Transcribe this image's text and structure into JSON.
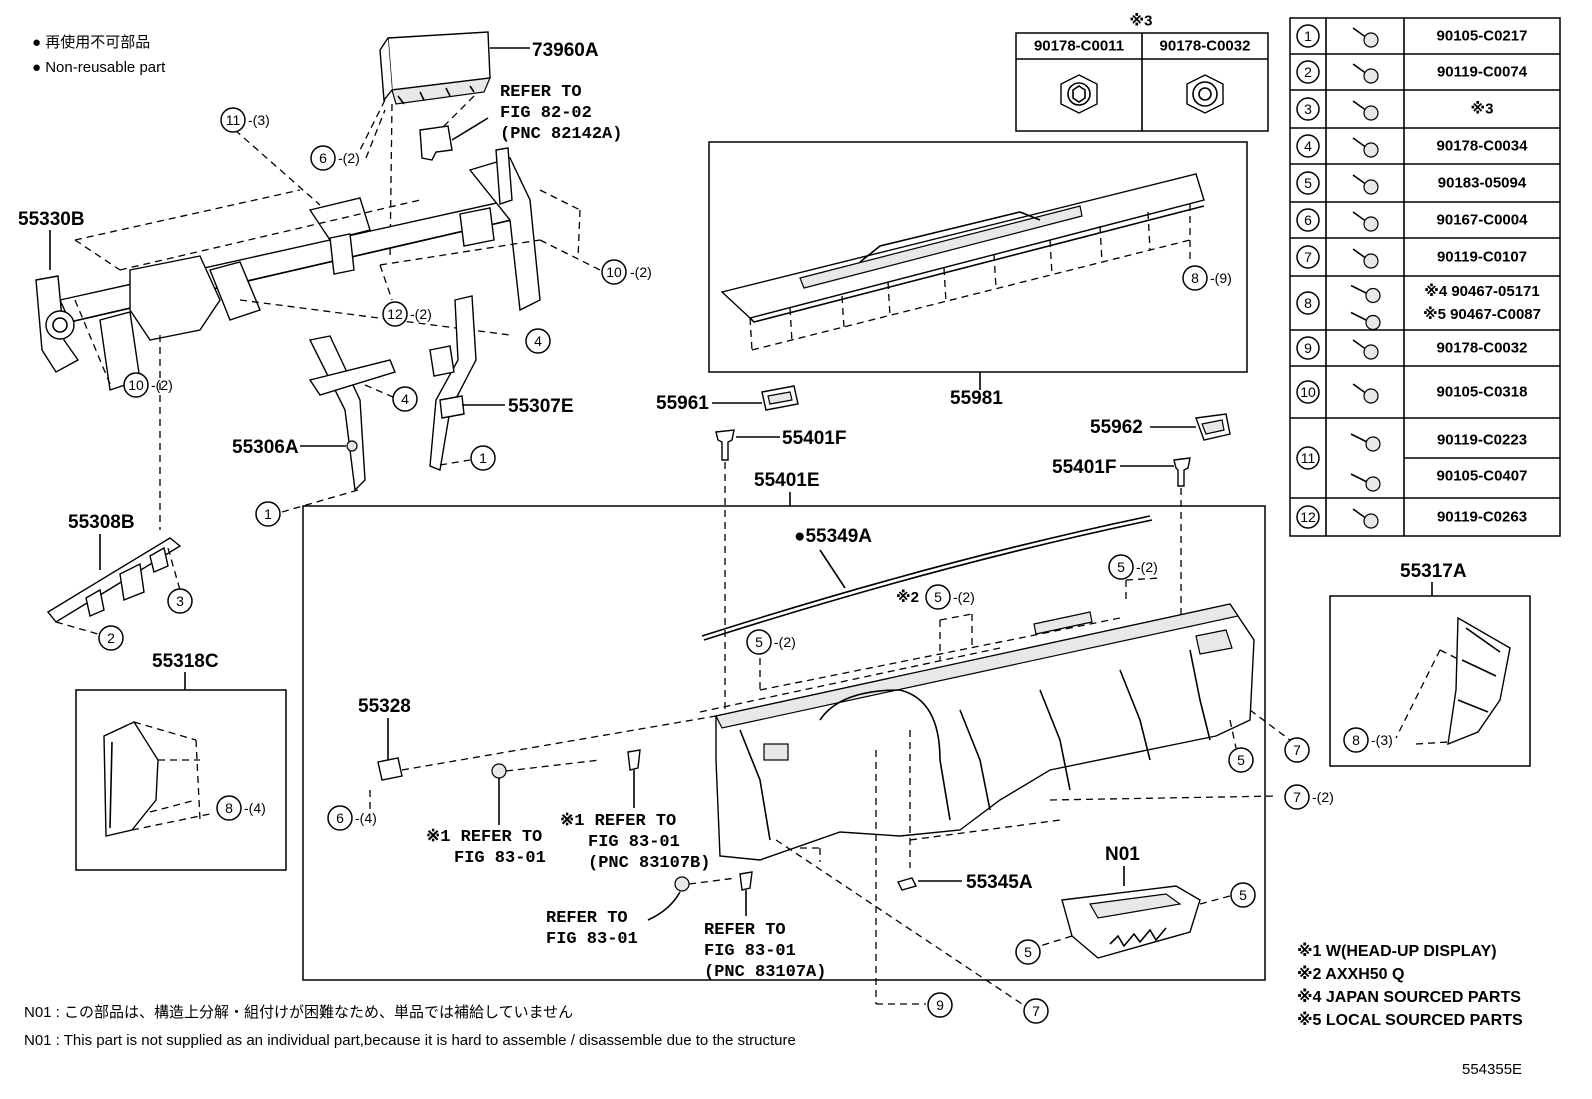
{
  "legend": {
    "line1": "● 再使用不可部品",
    "line2": "● Non-reusable part"
  },
  "callouts": {
    "c73960A": "73960A",
    "refer_82_1": "REFER TO",
    "refer_82_2": "FIG 82-02",
    "refer_82_3": "(PNC 82142A)",
    "c55330B": "55330B",
    "c55306A": "55306A",
    "c55307E": "55307E",
    "c55308B": "55308B",
    "c55318C": "55318C",
    "c55961": "55961",
    "c55401F_a": "55401F",
    "c55981": "55981",
    "c55962": "55962",
    "c55401F_b": "55401F",
    "c55401E": "55401E",
    "c55349A": "●55349A",
    "c55328": "55328",
    "c55345A": "55345A",
    "cN01": "N01",
    "c55317A": "55317A",
    "ref831_l1": "※1 REFER TO",
    "ref831_l2": "FIG 83-01",
    "ref831b_l1": "※1 REFER TO",
    "ref831b_l2": "FIG 83-01",
    "ref831b_l3": "(PNC 83107B)",
    "ref_plain_l1": "REFER TO",
    "ref_plain_l2": "FIG 83-01",
    "ref831a_l1": "REFER TO",
    "ref831a_l2": "FIG 83-01",
    "ref831a_l3": "(PNC 83107A)",
    "note2": "※2",
    "drawing_no": "554355E"
  },
  "markers": {
    "m11_top": "11",
    "m11_top_q": "-(3)",
    "m6_top": "6",
    "m6_top_q": "-(2)",
    "m10_right": "10",
    "m10_right_q": "-(2)",
    "m12": "12",
    "m12_q": "-(2)",
    "m4_a": "4",
    "m10_left": "10",
    "m10_left_q": "-(2)",
    "m4_b": "4",
    "m1_a": "1",
    "m1_b": "1",
    "m3": "3",
    "m2": "2",
    "m8_left": "8",
    "m8_left_q": "-(4)",
    "m8_panel": "8",
    "m8_panel_q": "-(9)",
    "m5_a": "5",
    "m5_a_q": "-(2)",
    "m5_b": "5",
    "m5_b_q": "-(2)",
    "m5_c": "5",
    "m5_c_q": "-(2)",
    "m5_d": "5",
    "m5_e": "5",
    "m5_f": "5",
    "m7_a": "7",
    "m7_b": "7",
    "m7_b_q": "-(2)",
    "m7_c": "7",
    "m6_bottom": "6",
    "m6_bottom_q": "-(4)",
    "m9": "9",
    "m8_right": "8",
    "m8_right_q": "-(3)"
  },
  "clip_table": {
    "title": "※3",
    "headers": [
      "90178-C0011",
      "90178-C0032"
    ]
  },
  "parts_table": {
    "rows": [
      {
        "num": "1",
        "part": "90105-C0217"
      },
      {
        "num": "2",
        "part": "90119-C0074"
      },
      {
        "num": "3",
        "part": "※3"
      },
      {
        "num": "4",
        "part": "90178-C0034"
      },
      {
        "num": "5",
        "part": "90183-05094"
      },
      {
        "num": "6",
        "part": "90167-C0004"
      },
      {
        "num": "7",
        "part": "90119-C0107"
      },
      {
        "num": "8",
        "part": "※4 90467-05171",
        "part2": "※5 90467-C0087"
      },
      {
        "num": "9",
        "part": "90178-C0032"
      },
      {
        "num": "10",
        "part": "90105-C0318"
      },
      {
        "num": "11",
        "part": "90119-C0223",
        "part2": "90105-C0407"
      },
      {
        "num": "12",
        "part": "90119-C0263"
      }
    ]
  },
  "footnotes": {
    "n1": "※1 W(HEAD-UP DISPLAY)",
    "n2": "※2 AXXH50 Q",
    "n4": "※4 JAPAN SOURCED PARTS",
    "n5": "※5 LOCAL SOURCED PARTS"
  },
  "bottom_notes": {
    "jp": "N01 : この部品は、構造上分解・組付けが困難なため、単品では補給していません",
    "en": "N01 : This part is not supplied as an individual part,because it is hard to assemble / disassemble due to the structure"
  }
}
